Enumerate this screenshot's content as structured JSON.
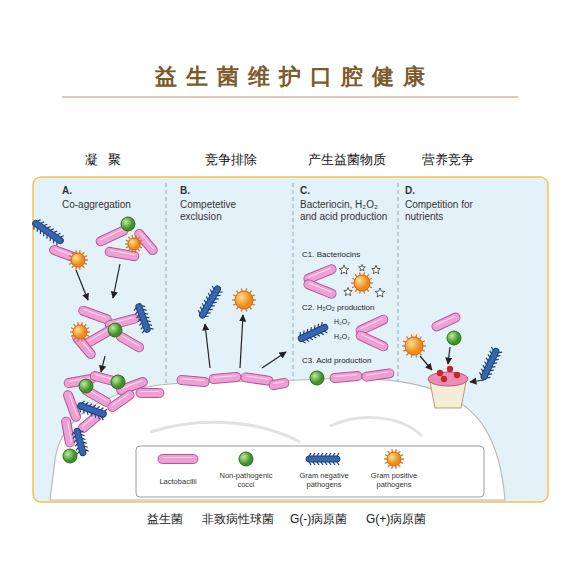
{
  "diagram": {
    "title": "益生菌维护口腔健康",
    "nodes": [
      {
        "text": [
          "凝聚",
          "A.",
          "Co-aggregation"
        ]
      },
      {
        "text": [
          "竞争排除",
          "B.",
          "Competetive exclusion"
        ]
      },
      {
        "text": [
          "产生益菌物质",
          "C.",
          "Bacteriocin, H₂O₂ and acid production"
        ]
      },
      {
        "text": [
          "营养竞争",
          "D.",
          "Competition for nutrients"
        ]
      }
    ],
    "labels": [
      "C1. Bacteriocins",
      "C2. H₂O₂ production",
      "H₂O₂",
      "H₂O₂",
      "C3. Acid production",
      "益生菌",
      "非致病性球菌",
      "G(-)病原菌",
      "G(+)病原菌"
    ],
    "legend": [
      {
        "text": "Lactobacilli"
      },
      {
        "text": "Non-pathogenic cocci"
      },
      {
        "text": "Gram negative pathogens"
      },
      {
        "text": "Gram positive pathogens"
      }
    ]
  }
}
